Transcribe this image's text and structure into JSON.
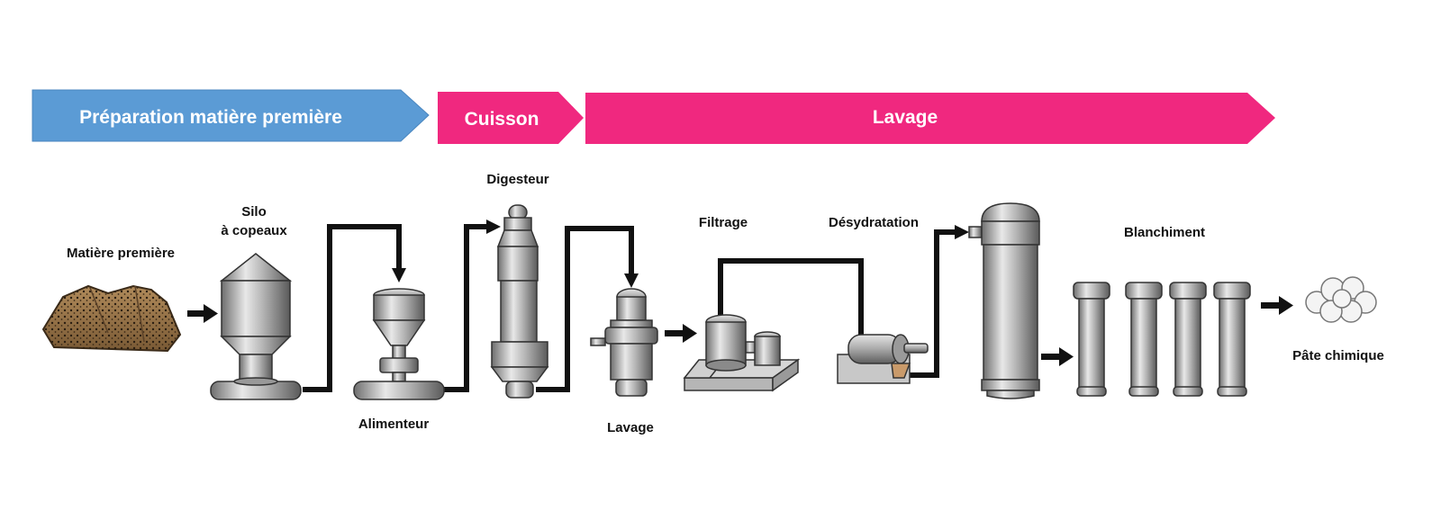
{
  "stages": [
    {
      "label": "Préparation matière première",
      "color": "#5b9bd5"
    },
    {
      "label": "Cuisson",
      "color": "#f0287f"
    },
    {
      "label": "Lavage",
      "color": "#f0287f"
    }
  ],
  "labels": {
    "matiere": "Matière première",
    "silo_1": "Silo",
    "silo_2": "à copeaux",
    "alimenteur": "Alimenteur",
    "digesteur": "Digesteur",
    "lavage": "Lavage",
    "filtrage": "Filtrage",
    "desydratation": "Désydratation",
    "blanchiment": "Blanchiment",
    "pate": "Pâte chimique"
  },
  "icons": {
    "raw": "wood-chips-pile-icon",
    "silo": "silo-icon",
    "feeder": "feeder-icon",
    "digester": "digester-icon",
    "washer": "washer-icon",
    "filter": "filter-icon",
    "dryer": "dewatering-drum-icon",
    "tower": "tower-icon",
    "bleach": "bleaching-tower-icon",
    "pulp": "pulp-cloud-icon"
  }
}
